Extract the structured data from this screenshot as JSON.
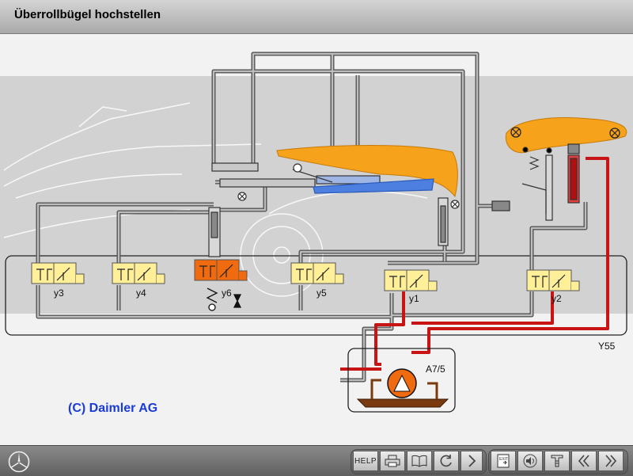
{
  "window": {
    "title": "Überrollbügel hochstellen"
  },
  "diagram": {
    "valves": [
      {
        "id": "y3",
        "label": "y3",
        "active": false
      },
      {
        "id": "y4",
        "label": "y4",
        "active": false
      },
      {
        "id": "y6",
        "label": "y6",
        "active": true
      },
      {
        "id": "y5",
        "label": "y5",
        "active": false
      },
      {
        "id": "y1",
        "label": "y1",
        "active": false
      },
      {
        "id": "y2",
        "label": "y2",
        "active": false
      }
    ],
    "block_label": "Y55",
    "pump_label": "A7/5",
    "copyright": "(C) Daimler AG",
    "colors": {
      "valve_idle": "#ffef99",
      "valve_active": "#f06a10",
      "pressure_line": "#c81414",
      "return_line": "#9a9a9a",
      "roof": "#f7a21b",
      "tank": "#7a3a10",
      "band": "#d2d2d2"
    }
  },
  "footer": {
    "help_label": "HELP",
    "icons": [
      "print-icon",
      "book-icon",
      "refresh-icon",
      "next-icon",
      "exit-icon",
      "sound-icon",
      "tool-icon",
      "previous-icon",
      "forward-icon"
    ]
  }
}
